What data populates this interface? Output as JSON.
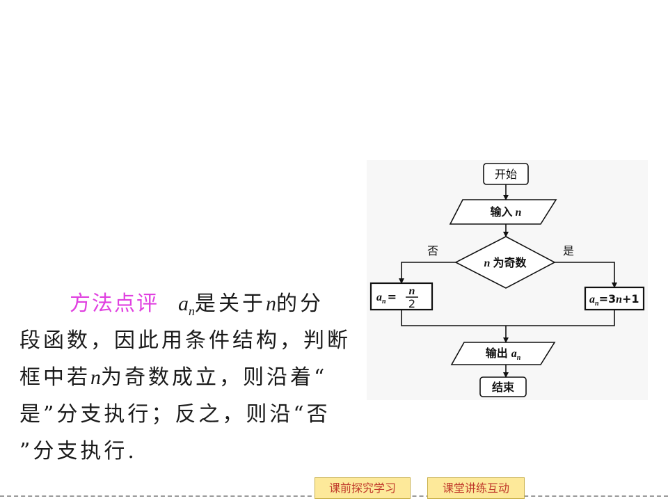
{
  "note": {
    "lead": "方法点评",
    "math_a": "a",
    "math_a_sub": "n",
    "l1_text": "是关于",
    "math_n1": "n",
    "l1_tail": "的分",
    "line2": "段函数，因此用条件结构，判断",
    "l3_head": "框中若",
    "math_n2": "n",
    "l3_tail": "为奇数成立，则沿着“",
    "line4": "是”分支执行；反之，则沿“否",
    "line5": "”分支执行."
  },
  "flowchart": {
    "start": "开始",
    "input_label": "输入",
    "input_var": "n",
    "decision_var": "n",
    "decision_label": "为奇数",
    "no_label": "否",
    "yes_label": "是",
    "left_lhs": "a",
    "left_lhs_sub": "n",
    "left_eq": "=",
    "left_num": "n",
    "left_den": "2",
    "right_lhs": "a",
    "right_lhs_sub": "n",
    "right_rhs_a": "=3",
    "right_rhs_n": "n",
    "right_rhs_b": "+1",
    "output_label": "输出",
    "output_var": "a",
    "output_var_sub": "n",
    "end": "结束"
  },
  "nav": {
    "prev_label": "课前探究学习",
    "next_label": "课堂讲练互动"
  }
}
